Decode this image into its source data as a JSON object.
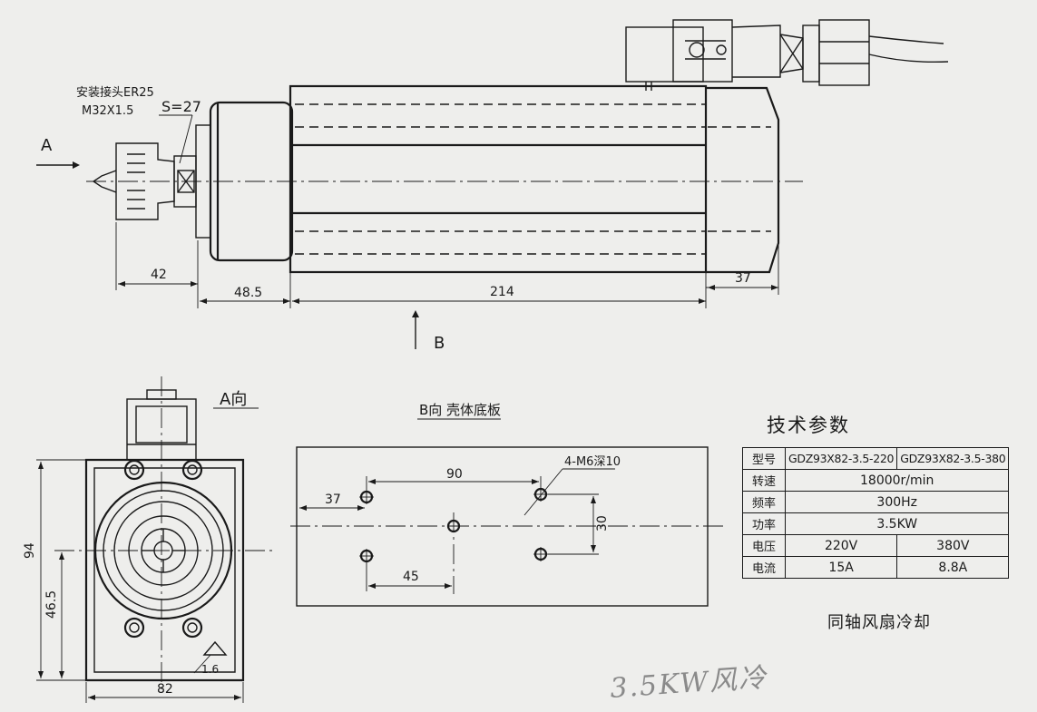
{
  "side_view": {
    "collet_label_line1": "安装接头ER25",
    "collet_label_line2": "M32X1.5",
    "wrench_size": "S=27",
    "arrow_a": "A",
    "arrow_b": "B",
    "dim_collet": "42",
    "dim_nose": "48.5",
    "dim_body": "214",
    "dim_tail": "37"
  },
  "front_view": {
    "title": "A向",
    "dim_height": "94",
    "dim_center": "46.5",
    "dim_width": "82",
    "surface_mark": "1.6"
  },
  "bottom_view": {
    "title": "B向 壳体底板",
    "hole_callout": "4-M6深10",
    "dim_spacing_x": "90",
    "dim_offset": "37",
    "dim_spacing_y": "30",
    "dim_half": "45"
  },
  "spec": {
    "title": "技术参数",
    "rows": [
      {
        "key": "型号",
        "v1": "GDZ93X82-3.5-220",
        "v2": "GDZ93X82-3.5-380"
      },
      {
        "key": "转速",
        "v": "18000r/min"
      },
      {
        "key": "频率",
        "v": "300Hz"
      },
      {
        "key": "功率",
        "v": "3.5KW"
      },
      {
        "key": "电压",
        "v1": "220V",
        "v2": "380V"
      },
      {
        "key": "电流",
        "v1": "15A",
        "v2": "8.8A"
      }
    ],
    "cooling": "同轴风扇冷却"
  },
  "handwritten_note": "3.5KW风冷"
}
